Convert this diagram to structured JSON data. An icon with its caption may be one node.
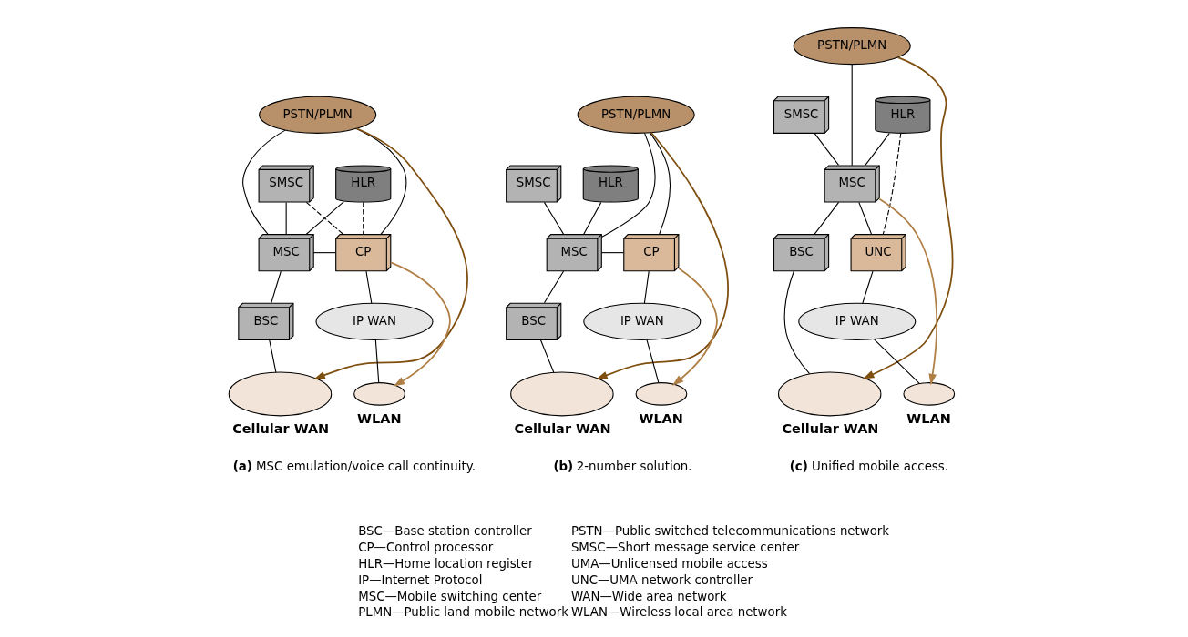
{
  "diagram": {
    "nodes": [
      {
        "text": [
          "PSTN/PLMN"
        ]
      },
      {
        "text": [
          "SMSC"
        ]
      },
      {
        "text": [
          "HLR"
        ]
      },
      {
        "text": [
          "MSC"
        ]
      },
      {
        "text": [
          "CP"
        ]
      },
      {
        "text": [
          "BSC"
        ]
      },
      {
        "text": [
          "IP WAN"
        ]
      },
      {
        "text": [],
        "shape": "ellipse",
        "beside": [
          "Cellular WAN"
        ]
      },
      {
        "text": [],
        "shape": "ellipse",
        "beside": [
          "WLAN"
        ]
      },
      {
        "text": [
          "PSTN/PLMN"
        ]
      },
      {
        "text": [
          "SMSC"
        ]
      },
      {
        "text": [
          "HLR"
        ]
      },
      {
        "text": [
          "MSC"
        ]
      },
      {
        "text": [
          "CP"
        ]
      },
      {
        "text": [
          "BSC"
        ]
      },
      {
        "text": [
          "IP WAN"
        ]
      },
      {
        "text": [],
        "shape": "ellipse",
        "beside": [
          "Cellular WAN"
        ]
      },
      {
        "text": [],
        "shape": "ellipse",
        "beside": [
          "WLAN"
        ]
      },
      {
        "text": [
          "PSTN/PLMN"
        ]
      },
      {
        "text": [
          "SMSC"
        ]
      },
      {
        "text": [
          "HLR"
        ]
      },
      {
        "text": [
          "MSC"
        ]
      },
      {
        "text": [
          "UNC"
        ]
      },
      {
        "text": [
          "BSC"
        ]
      },
      {
        "text": [
          "IP WAN"
        ]
      },
      {
        "text": [],
        "shape": "ellipse",
        "beside": [
          "Cellular WAN"
        ]
      },
      {
        "text": [],
        "shape": "ellipse",
        "beside": [
          "WLAN"
        ]
      }
    ],
    "edges": [
      {
        "from": 0,
        "to": 3,
        "arrow": "none"
      },
      {
        "from": 0,
        "to": 4,
        "arrow": "none"
      },
      {
        "from": 1,
        "to": 3,
        "arrow": "none"
      },
      {
        "from": 1,
        "to": 4,
        "arrow": "none",
        "style": "dashed"
      },
      {
        "from": 2,
        "to": 3,
        "arrow": "none"
      },
      {
        "from": 2,
        "to": 4,
        "arrow": "none",
        "style": "dashed"
      },
      {
        "from": 3,
        "to": 4,
        "arrow": "none"
      },
      {
        "from": 3,
        "to": 5,
        "arrow": "none"
      },
      {
        "from": 5,
        "to": 7,
        "arrow": "none"
      },
      {
        "from": 4,
        "to": 6,
        "arrow": "none"
      },
      {
        "from": 6,
        "to": 8,
        "arrow": "none"
      },
      {
        "from": 0,
        "to": 7,
        "arrow": "to",
        "color": "#7f4f10"
      },
      {
        "from": 4,
        "to": 8,
        "arrow": "to",
        "color": "#b07f45"
      },
      {
        "from": 9,
        "to": 12,
        "arrow": "none"
      },
      {
        "from": 9,
        "to": 13,
        "arrow": "none"
      },
      {
        "from": 10,
        "to": 12,
        "arrow": "none"
      },
      {
        "from": 11,
        "to": 12,
        "arrow": "none"
      },
      {
        "from": 12,
        "to": 13,
        "arrow": "none"
      },
      {
        "from": 12,
        "to": 14,
        "arrow": "none"
      },
      {
        "from": 14,
        "to": 16,
        "arrow": "none"
      },
      {
        "from": 13,
        "to": 15,
        "arrow": "none"
      },
      {
        "from": 15,
        "to": 17,
        "arrow": "none"
      },
      {
        "from": 9,
        "to": 16,
        "arrow": "to",
        "color": "#7f4f10"
      },
      {
        "from": 13,
        "to": 17,
        "arrow": "to",
        "color": "#b07f45"
      },
      {
        "from": 18,
        "to": 21,
        "arrow": "none"
      },
      {
        "from": 19,
        "to": 21,
        "arrow": "none"
      },
      {
        "from": 20,
        "to": 21,
        "arrow": "none"
      },
      {
        "from": 20,
        "to": 22,
        "arrow": "none",
        "style": "dashed"
      },
      {
        "from": 21,
        "to": 22,
        "arrow": "none"
      },
      {
        "from": 21,
        "to": 23,
        "arrow": "none"
      },
      {
        "from": 23,
        "to": 25,
        "arrow": "none"
      },
      {
        "from": 22,
        "to": 24,
        "arrow": "none"
      },
      {
        "from": 24,
        "to": 26,
        "arrow": "none"
      },
      {
        "from": 18,
        "to": 25,
        "arrow": "to",
        "color": "#7f4f10"
      },
      {
        "from": 21,
        "to": 26,
        "arrow": "to",
        "color": "#b07f45"
      }
    ],
    "labels": [
      "**(a)** MSC emulation/voice call continuity.",
      "**(b)** 2-number solution.",
      "**(c)** Unified mobile access.",
      "BSC—Base station controller",
      "CP—Control processor",
      "HLR—Home location register",
      "IP—Internet Protocol",
      "MSC—Mobile switching center",
      "PLMN—Public land mobile network",
      "PSTN—Public switched telecommunications network",
      "SMSC—Short message service center",
      "UMA—Unlicensed mobile access",
      "UNC—UMA network controller",
      "WAN—Wide area network",
      "WLAN—Wireless local area network"
    ]
  }
}
